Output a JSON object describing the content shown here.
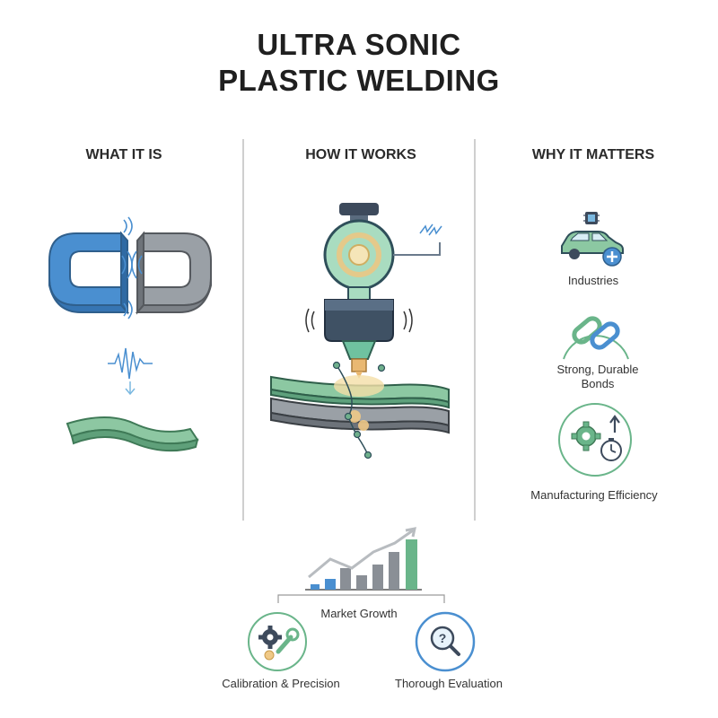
{
  "title": {
    "line1": "ULTRA SONIC",
    "line2": "PLASTIC WELDING"
  },
  "columns": {
    "what": {
      "heading": "WHAT IT IS"
    },
    "how": {
      "heading": "HOW IT WORKS"
    },
    "why": {
      "heading": "WHY IT MATTERS",
      "items": [
        {
          "label": "Industries",
          "icon": "car-chip-icon"
        },
        {
          "label": "Strong, Durable\nBonds",
          "icon": "chain-link-icon"
        },
        {
          "label": "Manufacturing Efficiency",
          "icon": "gear-stopwatch-icon"
        }
      ]
    }
  },
  "bottom": {
    "market_growth": "Market Growth",
    "calibration": "Calibration & Precision",
    "evaluation": "Thorough Evaluation"
  },
  "colors": {
    "blue": "#4a8fd0",
    "green": "#6ab58a",
    "gray": "#8a8f96",
    "dark": "#3d4a5c"
  }
}
